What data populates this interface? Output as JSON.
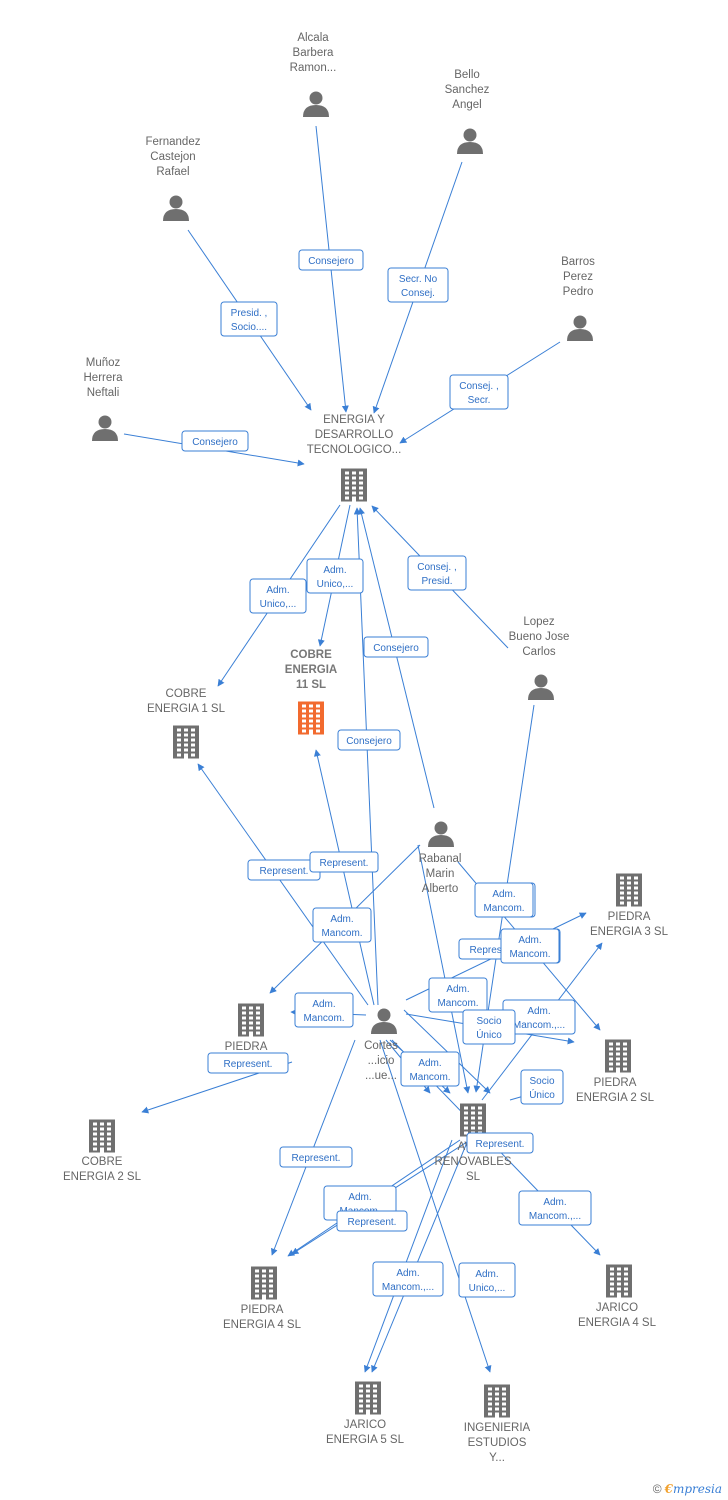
{
  "nodes": [
    {
      "id": "energia_y_desarrollo",
      "type": "company",
      "lines": [
        "ENERGIA Y",
        "DESARROLLO",
        "TECNOLOGICO..."
      ]
    },
    {
      "id": "cobre_energia_11",
      "type": "company",
      "focus": true,
      "lines": [
        "COBRE",
        "ENERGIA",
        "11  SL"
      ]
    },
    {
      "id": "cobre_energia_1",
      "type": "company",
      "lines": [
        "COBRE",
        "ENERGIA 1  SL"
      ]
    },
    {
      "id": "piedra_energia_3",
      "type": "company",
      "lines": [
        "PIEDRA",
        "ENERGIA 3  SL"
      ]
    },
    {
      "id": "piedra_energia_x",
      "type": "company",
      "lines": [
        "PIEDRA",
        "E..."
      ]
    },
    {
      "id": "piedra_energia_2",
      "type": "company",
      "lines": [
        "PIEDRA",
        "ENERGIA 2  SL"
      ]
    },
    {
      "id": "cobre_energia_2",
      "type": "company",
      "lines": [
        "COBRE",
        "ENERGIA 2  SL"
      ]
    },
    {
      "id": "avanza_renovables",
      "type": "company",
      "lines": [
        "AVA...",
        "RENOVABLES",
        "SL"
      ]
    },
    {
      "id": "piedra_energia_4",
      "type": "company",
      "lines": [
        "PIEDRA",
        "ENERGIA 4  SL"
      ]
    },
    {
      "id": "jarico_energia_4",
      "type": "company",
      "lines": [
        "JARICO",
        "ENERGIA 4  SL"
      ]
    },
    {
      "id": "jarico_energia_5",
      "type": "company",
      "lines": [
        "JARICO",
        "ENERGIA 5  SL"
      ]
    },
    {
      "id": "ingenieria_estudios",
      "type": "company",
      "lines": [
        "INGENIERIA",
        "ESTUDIOS",
        "Y..."
      ]
    },
    {
      "id": "alcala",
      "type": "person",
      "lines": [
        "Alcala",
        "Barbera",
        "Ramon..."
      ]
    },
    {
      "id": "bello",
      "type": "person",
      "lines": [
        "Bello",
        "Sanchez",
        "Angel"
      ]
    },
    {
      "id": "fernandez",
      "type": "person",
      "lines": [
        "Fernandez",
        "Castejon",
        "Rafael"
      ]
    },
    {
      "id": "barros",
      "type": "person",
      "lines": [
        "Barros",
        "Perez",
        "Pedro"
      ]
    },
    {
      "id": "munoz",
      "type": "person",
      "lines": [
        "Muñoz",
        "Herrera",
        "Neftali"
      ]
    },
    {
      "id": "lopez",
      "type": "person",
      "lines": [
        "Lopez",
        "Bueno Jose",
        "Carlos"
      ]
    },
    {
      "id": "rabanal",
      "type": "person",
      "lines": [
        "Rabanal",
        "Marin",
        "Alberto"
      ]
    },
    {
      "id": "cortes",
      "type": "person",
      "lines": [
        "Cortes",
        "...icio",
        "...ue..."
      ]
    }
  ],
  "edges": [
    {
      "from": "alcala",
      "to": "energia_y_desarrollo",
      "label": [
        "Consejero"
      ]
    },
    {
      "from": "bello",
      "to": "energia_y_desarrollo",
      "label": [
        "Secr.  No",
        "Consej."
      ]
    },
    {
      "from": "fernandez",
      "to": "energia_y_desarrollo",
      "label": [
        "Presid. ,",
        "Socio...."
      ]
    },
    {
      "from": "barros",
      "to": "energia_y_desarrollo",
      "label": [
        "Consej. ,",
        "Secr."
      ]
    },
    {
      "from": "munoz",
      "to": "energia_y_desarrollo",
      "label": [
        "Consejero"
      ]
    },
    {
      "from": "energia_y_desarrollo",
      "to": "cobre_energia_1",
      "label": [
        "Adm.",
        "Unico,..."
      ]
    },
    {
      "from": "energia_y_desarrollo",
      "to": "cobre_energia_11",
      "label": [
        "Adm.",
        "Unico,..."
      ]
    },
    {
      "from": "lopez",
      "to": "energia_y_desarrollo",
      "label": [
        "Consej. ,",
        "Presid."
      ]
    },
    {
      "from": "rabanal",
      "to": "energia_y_desarrollo",
      "label": [
        "Consejero"
      ]
    },
    {
      "from": "cortes",
      "to": "energia_y_desarrollo",
      "label": [
        "Consejero"
      ]
    },
    {
      "from": "cortes",
      "to": "cobre_energia_1",
      "label": [
        "Represent."
      ]
    },
    {
      "from": "cortes",
      "to": "cobre_energia_11",
      "label": [
        "Represent."
      ]
    },
    {
      "from": "rabanal",
      "to": "piedra_energia_x",
      "label": [
        "Adm.",
        "Mancom."
      ]
    },
    {
      "from": "rabanal",
      "to": "avanza_renovables",
      "label": [
        "Adm.",
        "Mancom."
      ]
    },
    {
      "from": "lopez",
      "to": "avanza_renovables",
      "label": [
        "Adm.",
        "Mancom."
      ]
    },
    {
      "from": "cortes",
      "to": "piedra_energia_3",
      "label": [
        "Represent."
      ]
    },
    {
      "from": "rabanal",
      "to": "piedra_energia_2",
      "label": [
        "Adm.",
        "Mancom."
      ]
    },
    {
      "from": "cortes",
      "to": "piedra_energia_x",
      "label": [
        "Adm.",
        "Mancom."
      ]
    },
    {
      "from": "piedra_energia_x",
      "to": "cobre_energia_2",
      "label": [
        "Represent."
      ]
    },
    {
      "from": "cortes",
      "to": "avanza_renovables",
      "label": [
        "Adm.",
        "Mancom."
      ]
    },
    {
      "from": "cortes",
      "to": "piedra_energia_2",
      "label": [
        "Adm.",
        "Mancom.,..."
      ]
    },
    {
      "from": "cortes",
      "to": "avanza_renovables",
      "label": [
        "Socio",
        "Único"
      ]
    },
    {
      "from": "cortes",
      "to": "avanza_renovables",
      "label": [
        "Adm.",
        "Mancom."
      ]
    },
    {
      "from": "avanza_renovables",
      "to": "piedra_energia_2",
      "label": [
        "Socio",
        "Único"
      ]
    },
    {
      "from": "avanza_renovables",
      "to": "piedra_energia_3",
      "label": [
        "Adm.",
        "Mancom."
      ]
    },
    {
      "from": "cortes",
      "to": "piedra_energia_4",
      "label": [
        "Represent."
      ]
    },
    {
      "from": "avanza_renovables",
      "to": "piedra_energia_4",
      "label": [
        "Represent."
      ]
    },
    {
      "from": "avanza_renovables",
      "to": "piedra_energia_4",
      "label": [
        "Adm.",
        "Mancom."
      ]
    },
    {
      "from": "cortes",
      "to": "jarico_energia_4",
      "label": [
        "Adm.",
        "Mancom.,..."
      ]
    },
    {
      "from": "avanza_renovables",
      "to": "jarico_energia_5",
      "label": [
        "Represent."
      ]
    },
    {
      "from": "avanza_renovables",
      "to": "jarico_energia_5",
      "label": [
        "Adm.",
        "Mancom.,..."
      ]
    },
    {
      "from": "cortes",
      "to": "ingenieria_estudios",
      "label": [
        "Adm.",
        "Unico,..."
      ]
    }
  ],
  "footer": {
    "copyright_symbol": "©",
    "brand_first": "€",
    "brand_rest": "mpresia"
  }
}
